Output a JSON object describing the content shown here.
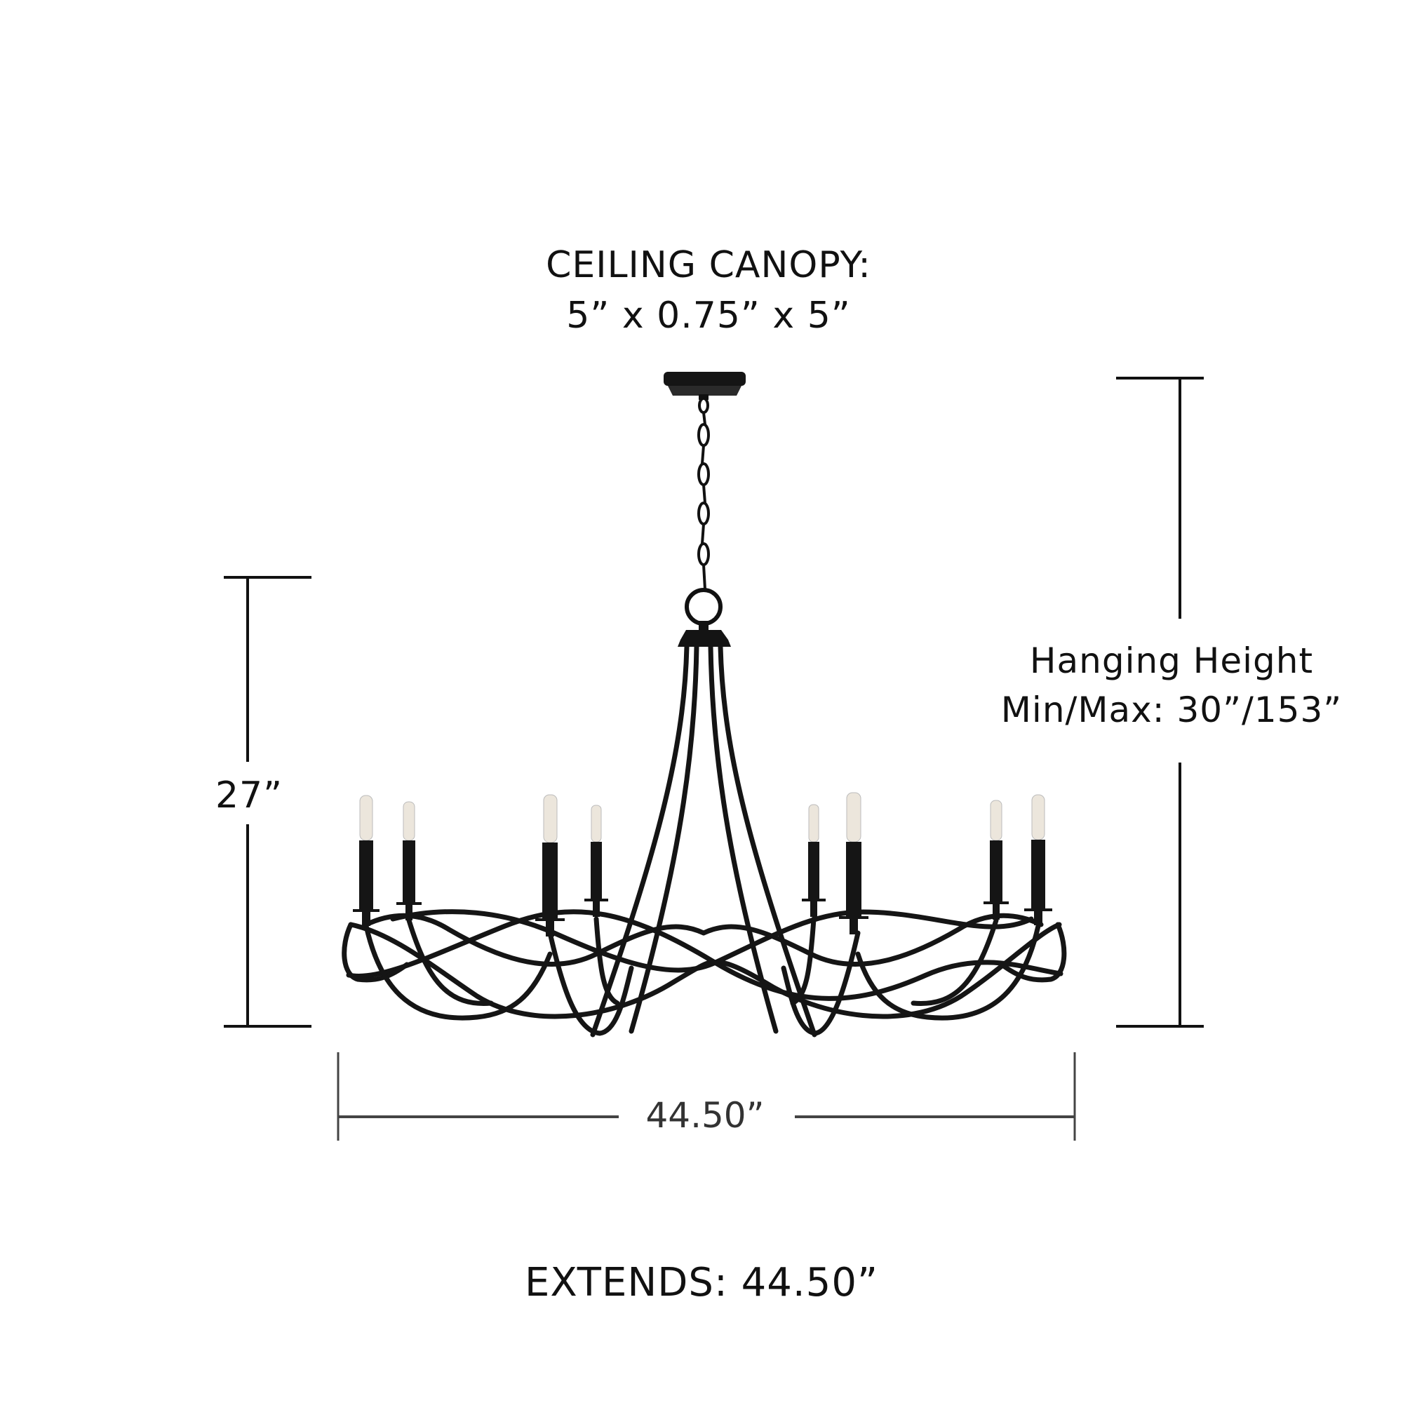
{
  "canopy": {
    "title": "CEILING CANOPY:",
    "dimensions": "5” x 0.75” x 5”"
  },
  "hanging_height": {
    "line1": "Hanging Height",
    "line2": "Min/Max: 30”/153”"
  },
  "fixture_height": {
    "label": "27”"
  },
  "fixture_width": {
    "label": "44.50”"
  },
  "extends": {
    "label": "EXTENDS: 44.50”"
  },
  "fixture": {
    "name": "8-light chandelier",
    "finish_color": "#111111",
    "bulb_count": 8,
    "bulb_color": "#e9e3d8"
  },
  "colors": {
    "background": "#ffffff",
    "text": "#111111",
    "dimension_line": "#111111"
  }
}
